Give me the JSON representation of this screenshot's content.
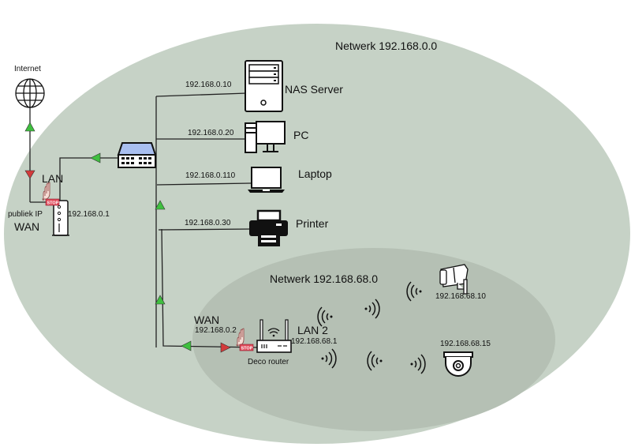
{
  "networks": {
    "main": {
      "label": "Netwerk 192.168.0.0",
      "fill": "#c6d2c6"
    },
    "sub": {
      "label": "Netwerk 192.168.68.0",
      "fill": "#b4bfb3"
    }
  },
  "internet": {
    "label": "Internet"
  },
  "modem": {
    "lan_label": "LAN",
    "wan_label": "WAN",
    "public_ip_label": "publiek IP",
    "ip": "192.168.0.1",
    "stop_label": "STOP"
  },
  "devices": [
    {
      "name": "NAS Server",
      "ip": "192.168.0.10",
      "icon": "server-icon"
    },
    {
      "name": "PC",
      "ip": "192.168.0.20",
      "icon": "desktop-icon"
    },
    {
      "name": "Laptop",
      "ip": "192.168.0.110",
      "icon": "laptop-icon"
    },
    {
      "name": "Printer",
      "ip": "192.168.0.30",
      "icon": "printer-icon"
    }
  ],
  "deco": {
    "name": "Deco router",
    "wan_label": "WAN",
    "wan_ip": "192.168.0.2",
    "lan_label": "LAN 2",
    "lan_ip": "192.168.68.1",
    "stop_label": "STOP"
  },
  "cameras": [
    {
      "ip": "192.168.68.10",
      "icon": "bullet-camera-icon"
    },
    {
      "ip": "192.168.68.15",
      "icon": "dome-camera-icon"
    }
  ],
  "colors": {
    "arrow_green": "#3fbf3f",
    "arrow_red": "#d23b3b",
    "switch_top": "#a9bff0",
    "stop_red": "#e04a5a"
  }
}
